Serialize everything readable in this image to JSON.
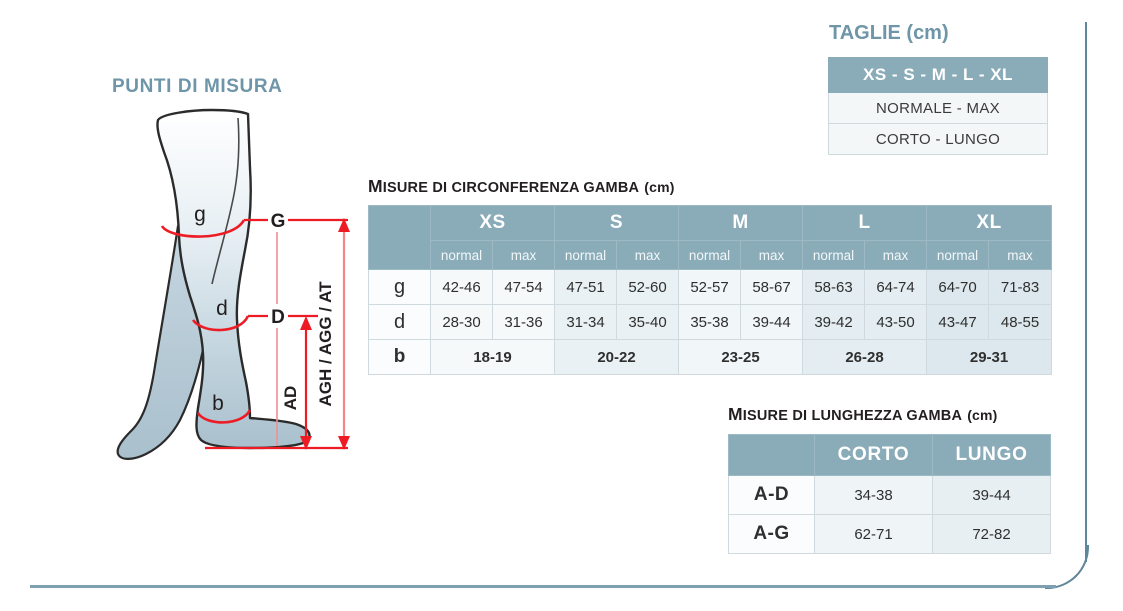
{
  "punti": {
    "title": "PUNTI DI MISURA",
    "diagram": {
      "circumference_labels": [
        "g",
        "d",
        "b"
      ],
      "point_labels": [
        "G",
        "D"
      ],
      "length_labels": [
        "AD",
        "AGH / AGG / AT"
      ]
    }
  },
  "taglie": {
    "title": "TAGLIE (cm)",
    "rows": [
      "XS - S - M - L - XL",
      "NORMALE - MAX",
      "CORTO - LUNGO"
    ]
  },
  "circonferenza": {
    "heading": {
      "cap": "M",
      "rest": "ISURE DI CIRCONFERENZA GAMBA",
      "unit": "(cm)"
    },
    "sizes": [
      "XS",
      "S",
      "M",
      "L",
      "XL"
    ],
    "subheaders": [
      "normal",
      "max"
    ],
    "rows": [
      {
        "label": "g",
        "values": [
          "42-46",
          "47-54",
          "47-51",
          "52-60",
          "52-57",
          "58-67",
          "58-63",
          "64-74",
          "64-70",
          "71-83"
        ]
      },
      {
        "label": "d",
        "values": [
          "28-30",
          "31-36",
          "31-34",
          "35-40",
          "35-38",
          "39-44",
          "39-42",
          "43-50",
          "43-47",
          "48-55"
        ]
      },
      {
        "label": "b",
        "values": [
          "18-19",
          "20-22",
          "23-25",
          "26-28",
          "29-31"
        ]
      }
    ]
  },
  "lunghezza": {
    "heading": {
      "cap": "M",
      "rest": "ISURE DI LUNGHEZZA GAMBA",
      "unit": "(cm)"
    },
    "columns": [
      "CORTO",
      "LUNGO"
    ],
    "rows": [
      {
        "label": "A-D",
        "values": [
          "34-38",
          "39-44"
        ]
      },
      {
        "label": "A-G",
        "values": [
          "62-71",
          "72-82"
        ]
      }
    ]
  },
  "colors": {
    "accent": "#8aabb8",
    "title": "#6e96a8",
    "rule": "#5f8699",
    "measure_red": "#ed1c24",
    "leg_fill": "#a9c0cd"
  }
}
